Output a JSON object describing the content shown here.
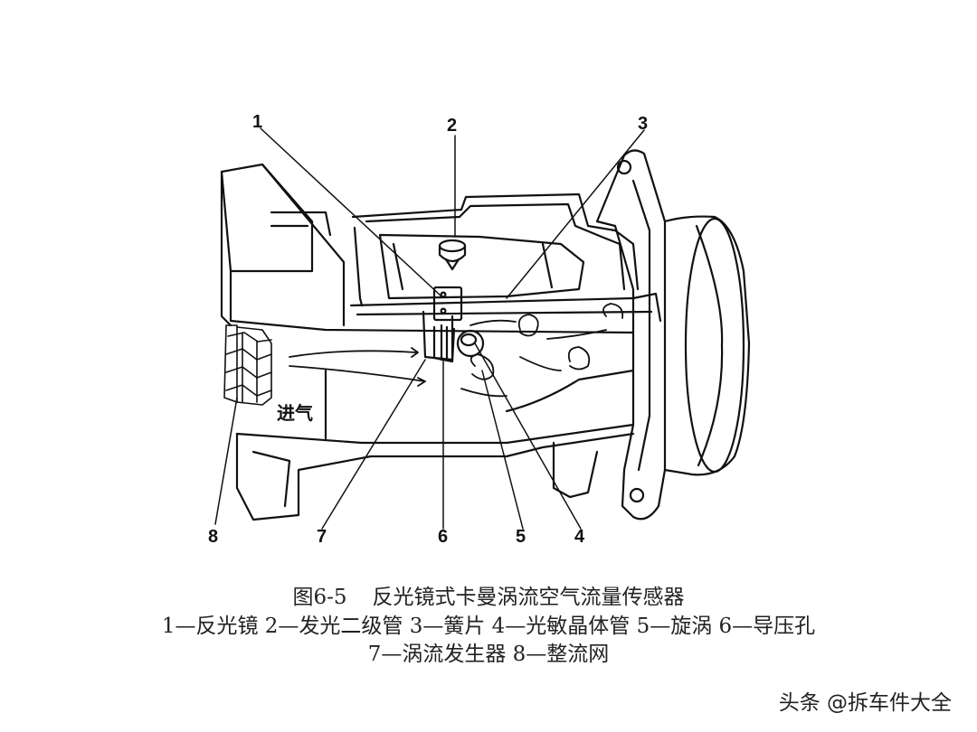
{
  "figure": {
    "callouts": {
      "n1": "1",
      "n2": "2",
      "n3": "3",
      "n4": "4",
      "n5": "5",
      "n6": "6",
      "n7": "7",
      "n8": "8"
    },
    "intake_label": "进气"
  },
  "caption": {
    "title_number": "图6-5",
    "title_text": "反光镜式卡曼涡流空气流量传感器",
    "legend_line1": "1—反光镜  2—发光二级管  3—簧片  4—光敏晶体管  5—旋涡  6—导压孔",
    "legend_line2": "7—涡流发生器  8—整流网"
  },
  "watermark": "头条 @拆车件大全"
}
